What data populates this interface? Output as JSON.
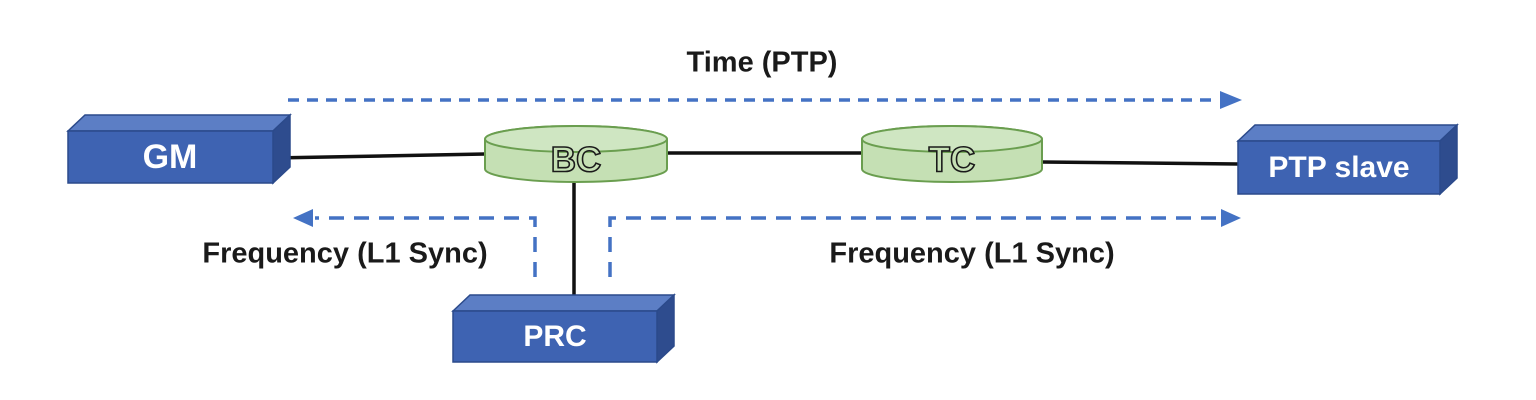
{
  "diagram": {
    "description": "PTP time and L1 Sync frequency distribution diagram",
    "background": "#ffffff",
    "flows": {
      "time": {
        "label": "Time (PTP)",
        "style": "dashed",
        "direction": "left-to-right"
      },
      "freq_left": {
        "label": "Frequency (L1 Sync)",
        "style": "dashed",
        "direction": "right-to-left"
      },
      "freq_right": {
        "label": "Frequency (L1 Sync)",
        "style": "dashed",
        "direction": "left-to-right"
      }
    },
    "nodes": {
      "gm": {
        "label": "GM",
        "shape": "box3d"
      },
      "bc": {
        "label": "BC",
        "shape": "cylinder"
      },
      "tc": {
        "label": "TC",
        "shape": "cylinder"
      },
      "ptp_slave": {
        "label": "PTP slave",
        "shape": "box3d"
      },
      "prc": {
        "label": "PRC",
        "shape": "box3d"
      }
    },
    "links": [
      {
        "from": "gm",
        "to": "bc",
        "style": "solid"
      },
      {
        "from": "bc",
        "to": "tc",
        "style": "solid"
      },
      {
        "from": "tc",
        "to": "ptp_slave",
        "style": "solid"
      },
      {
        "from": "bc",
        "to": "prc",
        "style": "solid"
      }
    ],
    "colors": {
      "box_front": "#3e63b2",
      "box_top": "#5c7ec5",
      "box_side": "#2e4c8e",
      "cylinder_fill": "#c5e0b4",
      "cylinder_top": "#cfe6c2",
      "arrow_blue": "#4472c4",
      "link_black": "#111111",
      "label_black": "#1a1a1a",
      "label_white": "#ffffff"
    }
  }
}
